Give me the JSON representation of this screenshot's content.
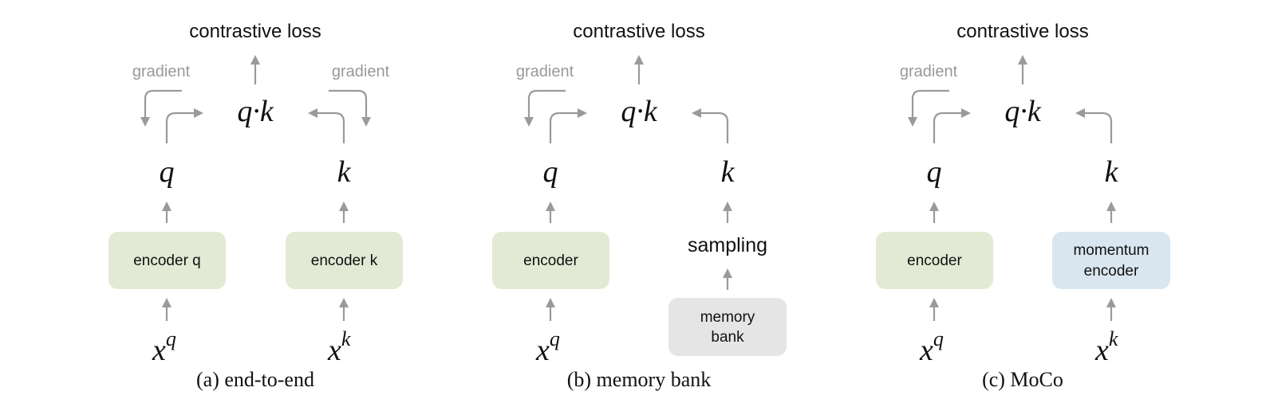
{
  "colors": {
    "encoder_fill": "#e2ead5",
    "momentum_fill": "#d9e6ef",
    "memory_fill": "#e5e5e5",
    "arrow": "#9a9a9a",
    "gradient_text": "#999999"
  },
  "panels": [
    {
      "id": "end-to-end",
      "title": "contrastive loss",
      "left_gradient": "gradient",
      "right_gradient": "gradient",
      "product": "q·k",
      "query": "q",
      "key": "k",
      "left_box": [
        "encoder q"
      ],
      "right_box": [
        "encoder k"
      ],
      "query_input": {
        "base": "x",
        "sup": "q"
      },
      "key_input": {
        "base": "x",
        "sup": "k"
      },
      "caption": "(a) end-to-end"
    },
    {
      "id": "memory-bank",
      "title": "contrastive loss",
      "left_gradient": "gradient",
      "product": "q·k",
      "query": "q",
      "key": "k",
      "left_box": [
        "encoder"
      ],
      "sampling": "sampling",
      "memory_box": [
        "memory",
        "bank"
      ],
      "query_input": {
        "base": "x",
        "sup": "q"
      },
      "caption": "(b) memory bank"
    },
    {
      "id": "moco",
      "title": "contrastive loss",
      "left_gradient": "gradient",
      "product": "q·k",
      "query": "q",
      "key": "k",
      "left_box": [
        "encoder"
      ],
      "right_box": [
        "momentum",
        "encoder"
      ],
      "query_input": {
        "base": "x",
        "sup": "q"
      },
      "key_input": {
        "base": "x",
        "sup": "k"
      },
      "caption": "(c) MoCo"
    }
  ]
}
